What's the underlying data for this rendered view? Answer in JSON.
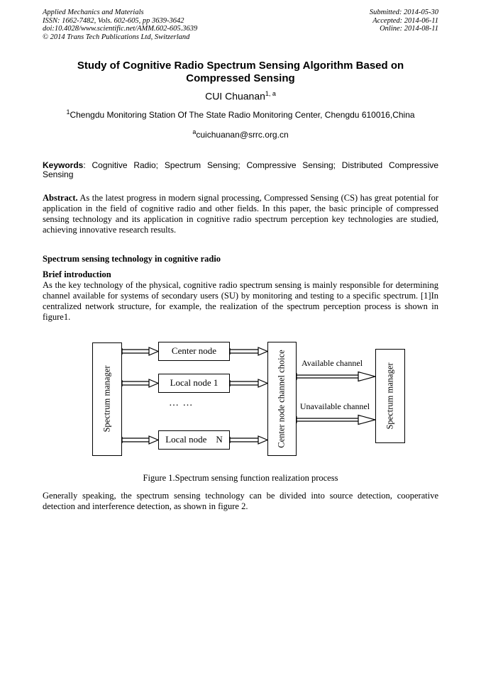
{
  "colors": {
    "text": "#000000",
    "background": "#ffffff"
  },
  "header": {
    "left_lines": [
      "Applied Mechanics and Materials",
      "ISSN: 1662-7482, Vols. 602-605, pp 3639-3642",
      "doi:10.4028/www.scientific.net/AMM.602-605.3639",
      "© 2014 Trans Tech Publications Ltd, Switzerland"
    ],
    "right_lines": [
      "Submitted: 2014-05-30",
      "Accepted: 2014-06-11",
      "Online: 2014-08-11"
    ]
  },
  "title": "Study of Cognitive Radio Spectrum Sensing Algorithm Based on Compressed Sensing",
  "author": {
    "name": "CUI Chuanan",
    "superscript": "1, a"
  },
  "affiliation": {
    "superscript": "1",
    "text": "Chengdu Monitoring Station Of The State Radio Monitoring Center, Chengdu 610016,China"
  },
  "email": {
    "superscript": "a",
    "text": "cuichuanan@srrc.org.cn"
  },
  "keywords": {
    "label": "Keywords",
    "text": ": Cognitive Radio; Spectrum Sensing; Compressive Sensing; Distributed Compressive Sensing"
  },
  "abstract": {
    "label": "Abstract.",
    "text": " As the latest progress in modern signal processing, Compressed Sensing (CS) has great potential for application in the field of cognitive radio and other fields. In this paper, the basic principle of compressed sensing technology and its application in cognitive radio spectrum perception key technologies are studied, achieving innovative research results."
  },
  "sections": {
    "heading1": "Spectrum sensing technology in cognitive radio",
    "subheading1": "Brief introduction",
    "para1": "As the key technology of the physical, cognitive radio spectrum sensing is mainly responsible for determining channel available for systems of secondary users (SU) by monitoring and testing to a specific spectrum. [1]In centralized network structure, for example, the realization of the spectrum perception process is shown in figure1.",
    "para2": "Generally speaking, the spectrum sensing technology can be divided into source detection, cooperative detection and interference detection, as shown in figure 2."
  },
  "figure": {
    "caption": "Figure 1.Spectrum sensing function realization process",
    "left_box": "Spectrum manager",
    "nodes": [
      "Center node",
      "Local node 1",
      "Local node    N"
    ],
    "ellipsis": "… …",
    "channel_box": "Center node channel choice",
    "right_box": "Spectrum manager",
    "arrow_labels": [
      "Available channel",
      "Unavailable channel"
    ]
  }
}
